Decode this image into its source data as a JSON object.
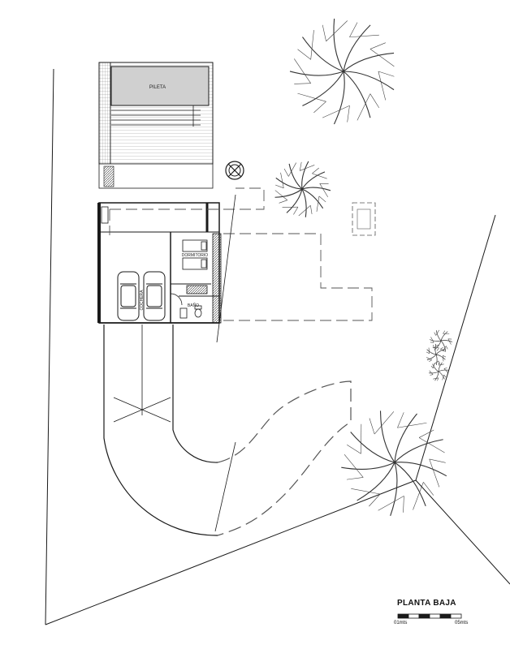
{
  "labels": {
    "pool": "PILETA",
    "garage": "COCHERA",
    "bedroom": "DORMITORIO",
    "bathroom": "BAÑO"
  },
  "title": "PLANTA BAJA",
  "scale": {
    "start": "01mts",
    "end": "05mts"
  },
  "colors": {
    "line": "#1a1a1a",
    "pool_fill": "#d0d0d0",
    "dashed": "#555555"
  },
  "icons": [
    "tree-icon",
    "car-icon",
    "fan-icon",
    "toilet-icon"
  ]
}
